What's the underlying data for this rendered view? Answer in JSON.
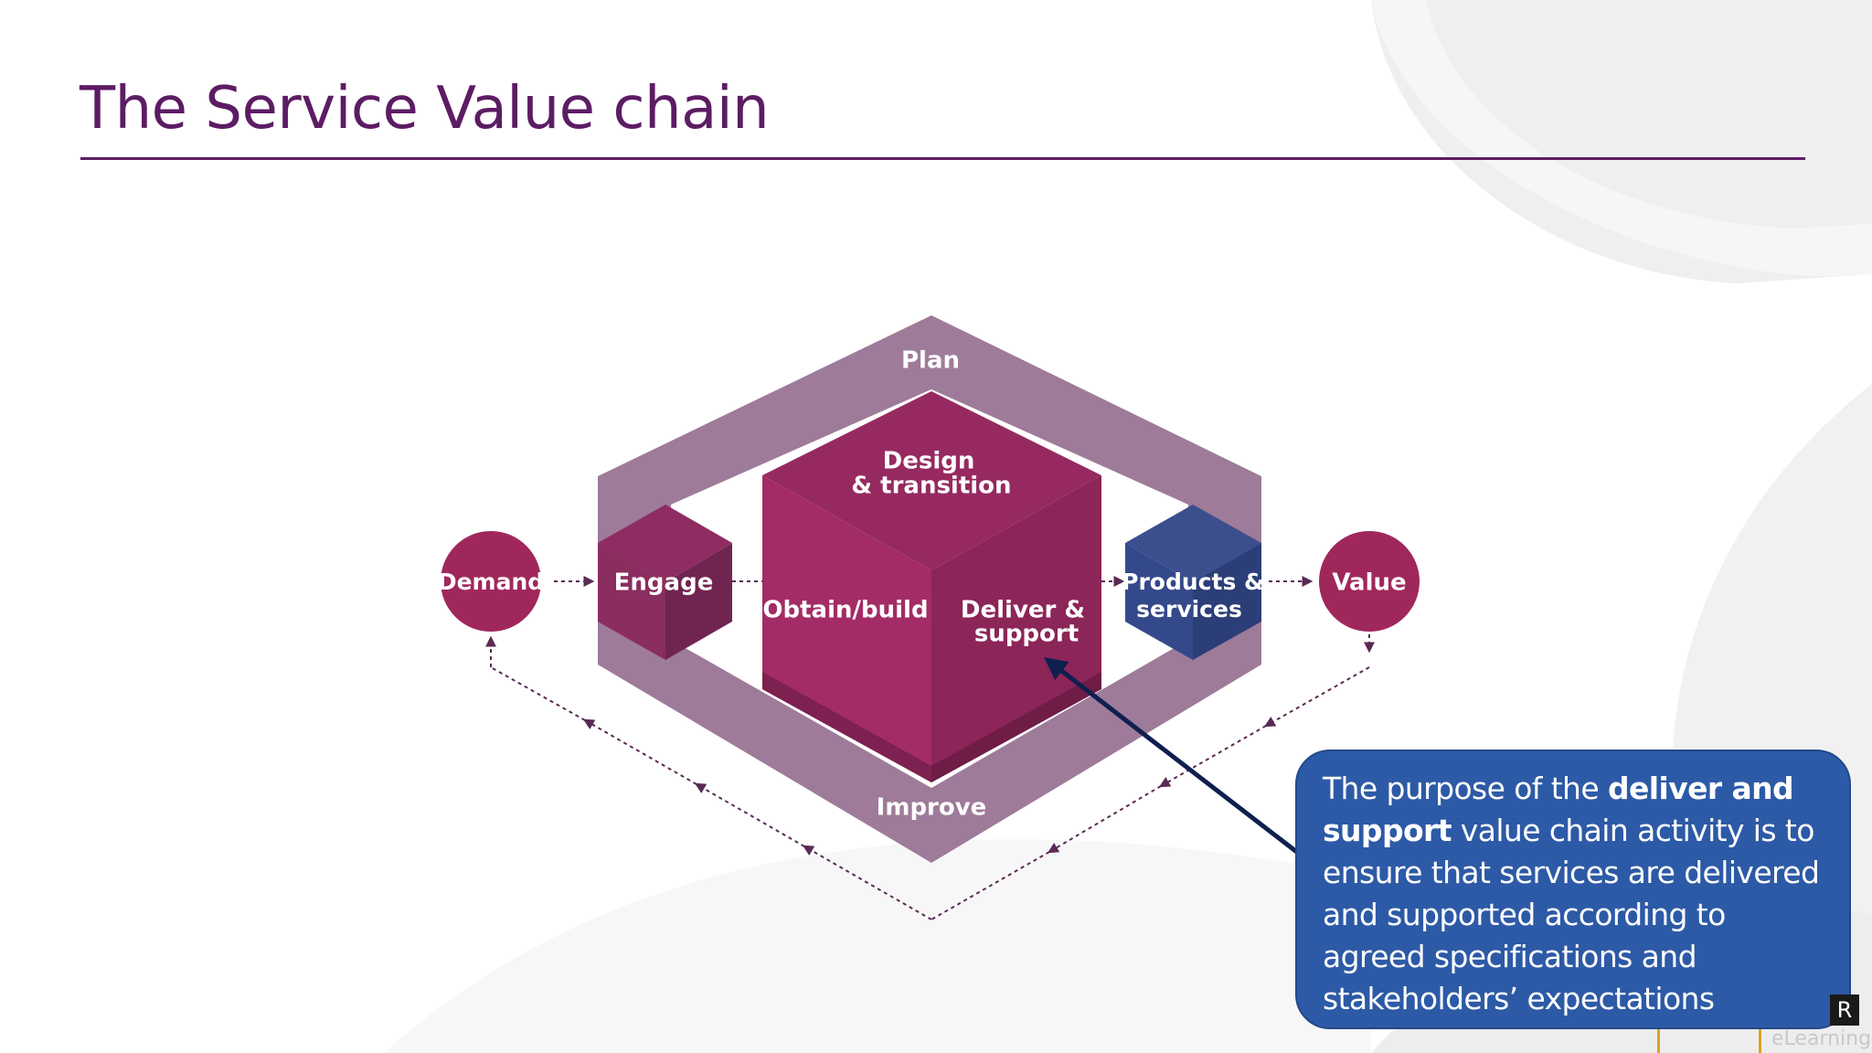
{
  "slide": {
    "title": "The Service Value chain"
  },
  "diagram": {
    "nodes": {
      "plan": "Plan",
      "improve": "Improve",
      "design_line1": "Design",
      "design_line2": "& transition",
      "obtain": "Obtain/build",
      "deliver_line1": "Deliver &",
      "deliver_line2": "support",
      "engage": "Engage",
      "products_line1": "Products &",
      "products_line2": "services",
      "demand": "Demand",
      "value": "Value"
    },
    "colors": {
      "plan_ring": "#9e7b99",
      "cube_front": "#a32c66",
      "cube_right": "#8c2558",
      "cube_top": "#962a60",
      "circle": "#a0275c",
      "products_box": "#34498a",
      "arrow": "#0f1f4f"
    }
  },
  "callout": {
    "text_1": "The purpose of the ",
    "text_bold": "deliver and support",
    "text_2": " value chain activity is to ensure that services are delivered and supported according to agreed specifications and stakeholders’ expectations"
  },
  "branding": {
    "logo_letter": "R",
    "logo_word": "eLearning"
  }
}
